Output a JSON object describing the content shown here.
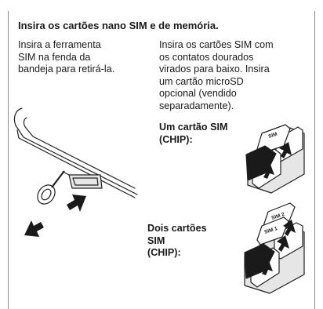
{
  "title": "Insira os cartões nano SIM e de memória.",
  "step_one": {
    "lines": [
      "Insira a ferramenta",
      "SIM na fenda da",
      "bandeja para retirá-la."
    ]
  },
  "step_two": {
    "lines": [
      "Insira os cartões SIM com",
      "os contatos dourados",
      "virados para baixo. Insira",
      "um cartão microSD",
      "opcional (vendido",
      "separadamente)."
    ]
  },
  "single_sim": {
    "lines": [
      "Um cartão SIM",
      "(CHIP):"
    ],
    "card_label": "SIM"
  },
  "dual_sim": {
    "lines": [
      "Dois cartões SIM",
      "(CHIP):"
    ],
    "card_label_1": "SIM 1",
    "card_label_2": "SIM 2"
  },
  "colors": {
    "text": "#1a1a1a",
    "line": "#231f20",
    "card_dark": "#1a1a1a",
    "tray": "#e6e6e6",
    "frame": "#8c8c8c"
  },
  "icons": [
    "phone-tray-illustration",
    "sim-tool-icon",
    "arrow-icon",
    "single-sim-tray-illustration",
    "dual-sim-tray-illustration"
  ]
}
